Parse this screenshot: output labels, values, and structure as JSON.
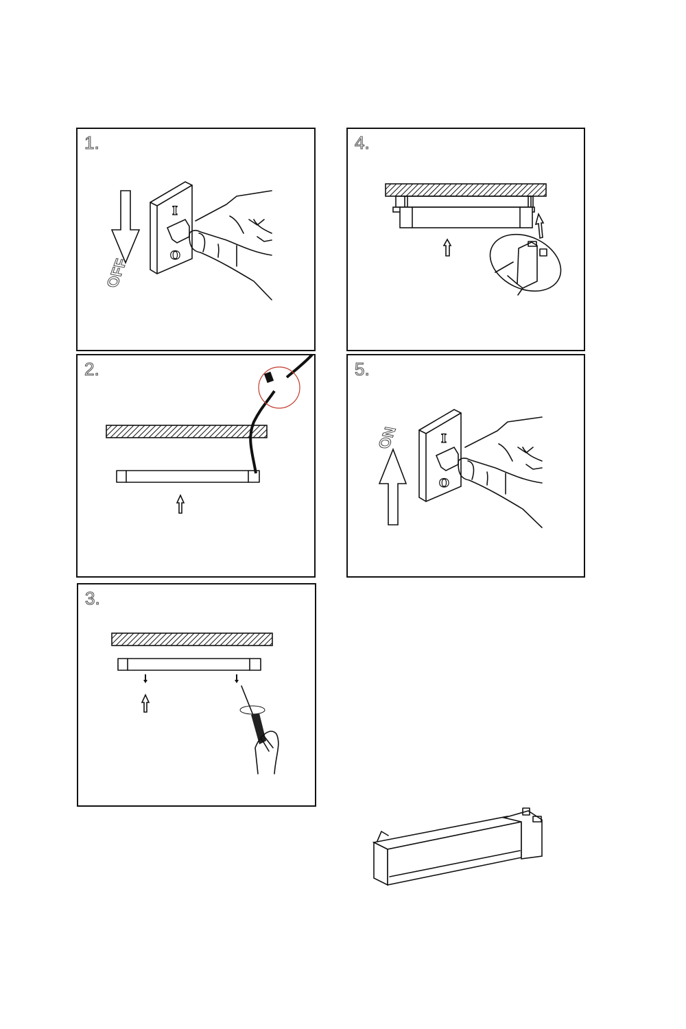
{
  "steps": [
    {
      "number": "1.",
      "action": "OFF",
      "switch_on": "I",
      "switch_off": "O"
    },
    {
      "number": "2."
    },
    {
      "number": "3."
    },
    {
      "number": "4."
    },
    {
      "number": "5.",
      "action": "ON",
      "switch_on": "I",
      "switch_off": "O"
    }
  ],
  "colors": {
    "line": "#111111",
    "highlight_circle": "#c0392b"
  }
}
